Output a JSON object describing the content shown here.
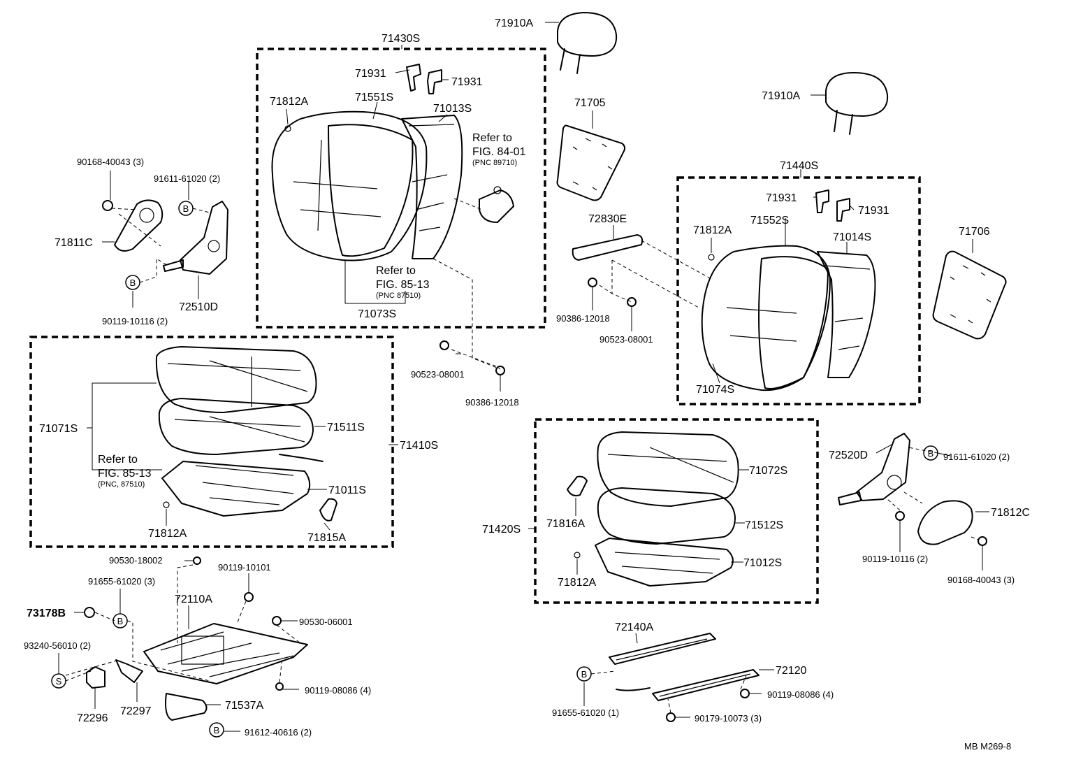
{
  "labels": {
    "p71910a_1": "71910A",
    "p71910a_2": "71910A",
    "p71430s": "71430S",
    "p71931_1": "71931",
    "p71931_2": "71931",
    "p71931_3": "71931",
    "p71931_4": "71931",
    "p71812a_1": "71812A",
    "p71812a_2": "71812A",
    "p71812a_3": "71812A",
    "p71812a_4": "71812A",
    "p71551s": "71551S",
    "p71013s": "71013S",
    "refer_1": "Refer to",
    "fig8401": "FIG. 84-01",
    "pnc89710": "(PNC 89710)",
    "refer_2": "Refer to",
    "fig8513_1": "FIG. 85-13",
    "pnc87510_1": "(PNC 87510)",
    "p71073s": "71073S",
    "p71705": "71705",
    "p72830e": "72830E",
    "p90386_12018_1": "90386-12018",
    "p90523_08001_1": "90523-08001",
    "p90523_08001_2": "90523-08001",
    "p90386_12018_2": "90386-12018",
    "p71440s": "71440S",
    "p71552s": "71552S",
    "p71014s": "71014S",
    "p71706": "71706",
    "p71074s": "71074S",
    "p90168_40043_l": "90168-40043 (3)",
    "p91611_61020_l": "91611-61020 (2)",
    "p71811c": "71811C",
    "p72510d": "72510D",
    "p90119_10116_l": "90119-10116 (2)",
    "b_label": "B",
    "s_label": "S",
    "p71071s": "71071S",
    "p71511s": "71511S",
    "p71410s": "71410S",
    "refer_3": "Refer to",
    "fig8513_2": "FIG. 85-13",
    "pnc87510_2": "(PNC, 87510)",
    "p71011s": "71011S",
    "p71815a": "71815A",
    "p72520d": "72520D",
    "p91611_61020_r": "91611-61020 (2)",
    "p71812c": "71812C",
    "p90119_10116_r": "90119-10116 (2)",
    "p90168_40043_r": "90168-40043 (3)",
    "p71072s": "71072S",
    "p71420s": "71420S",
    "p71816a": "71816A",
    "p71512s": "71512S",
    "p71012s": "71012S",
    "p90530_18002": "90530-18002",
    "p91655_61020_3": "91655-61020 (3)",
    "p90119_10101": "90119-10101",
    "p72110a": "72110A",
    "p73178b": "73178B",
    "p90530_06001": "90530-06001",
    "p93240_56010": "93240-56010 (2)",
    "p90119_08086_l": "90119-08086 (4)",
    "p72296": "72296",
    "p72297": "72297",
    "p71537a": "71537A",
    "p91612_40616": "91612-40616 (2)",
    "p72140a": "72140A",
    "p72120": "72120",
    "p90119_08086_r": "90119-08086 (4)",
    "p91655_61020_1": "91655-61020 (1)",
    "p90179_10073": "90179-10073 (3)",
    "figure_code": "MB  M269-8"
  }
}
